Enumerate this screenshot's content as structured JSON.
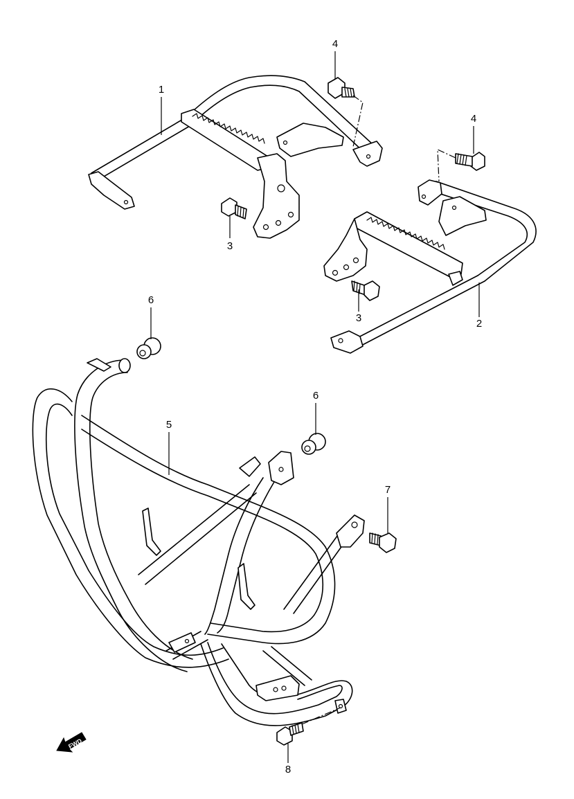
{
  "callouts": {
    "c1": "1",
    "c2": "2",
    "c3a": "3",
    "c3b": "3",
    "c4a": "4",
    "c4b": "4",
    "c5": "5",
    "c6a": "6",
    "c6b": "6",
    "c7": "7",
    "c8": "8"
  },
  "fwd_label": "FWD"
}
